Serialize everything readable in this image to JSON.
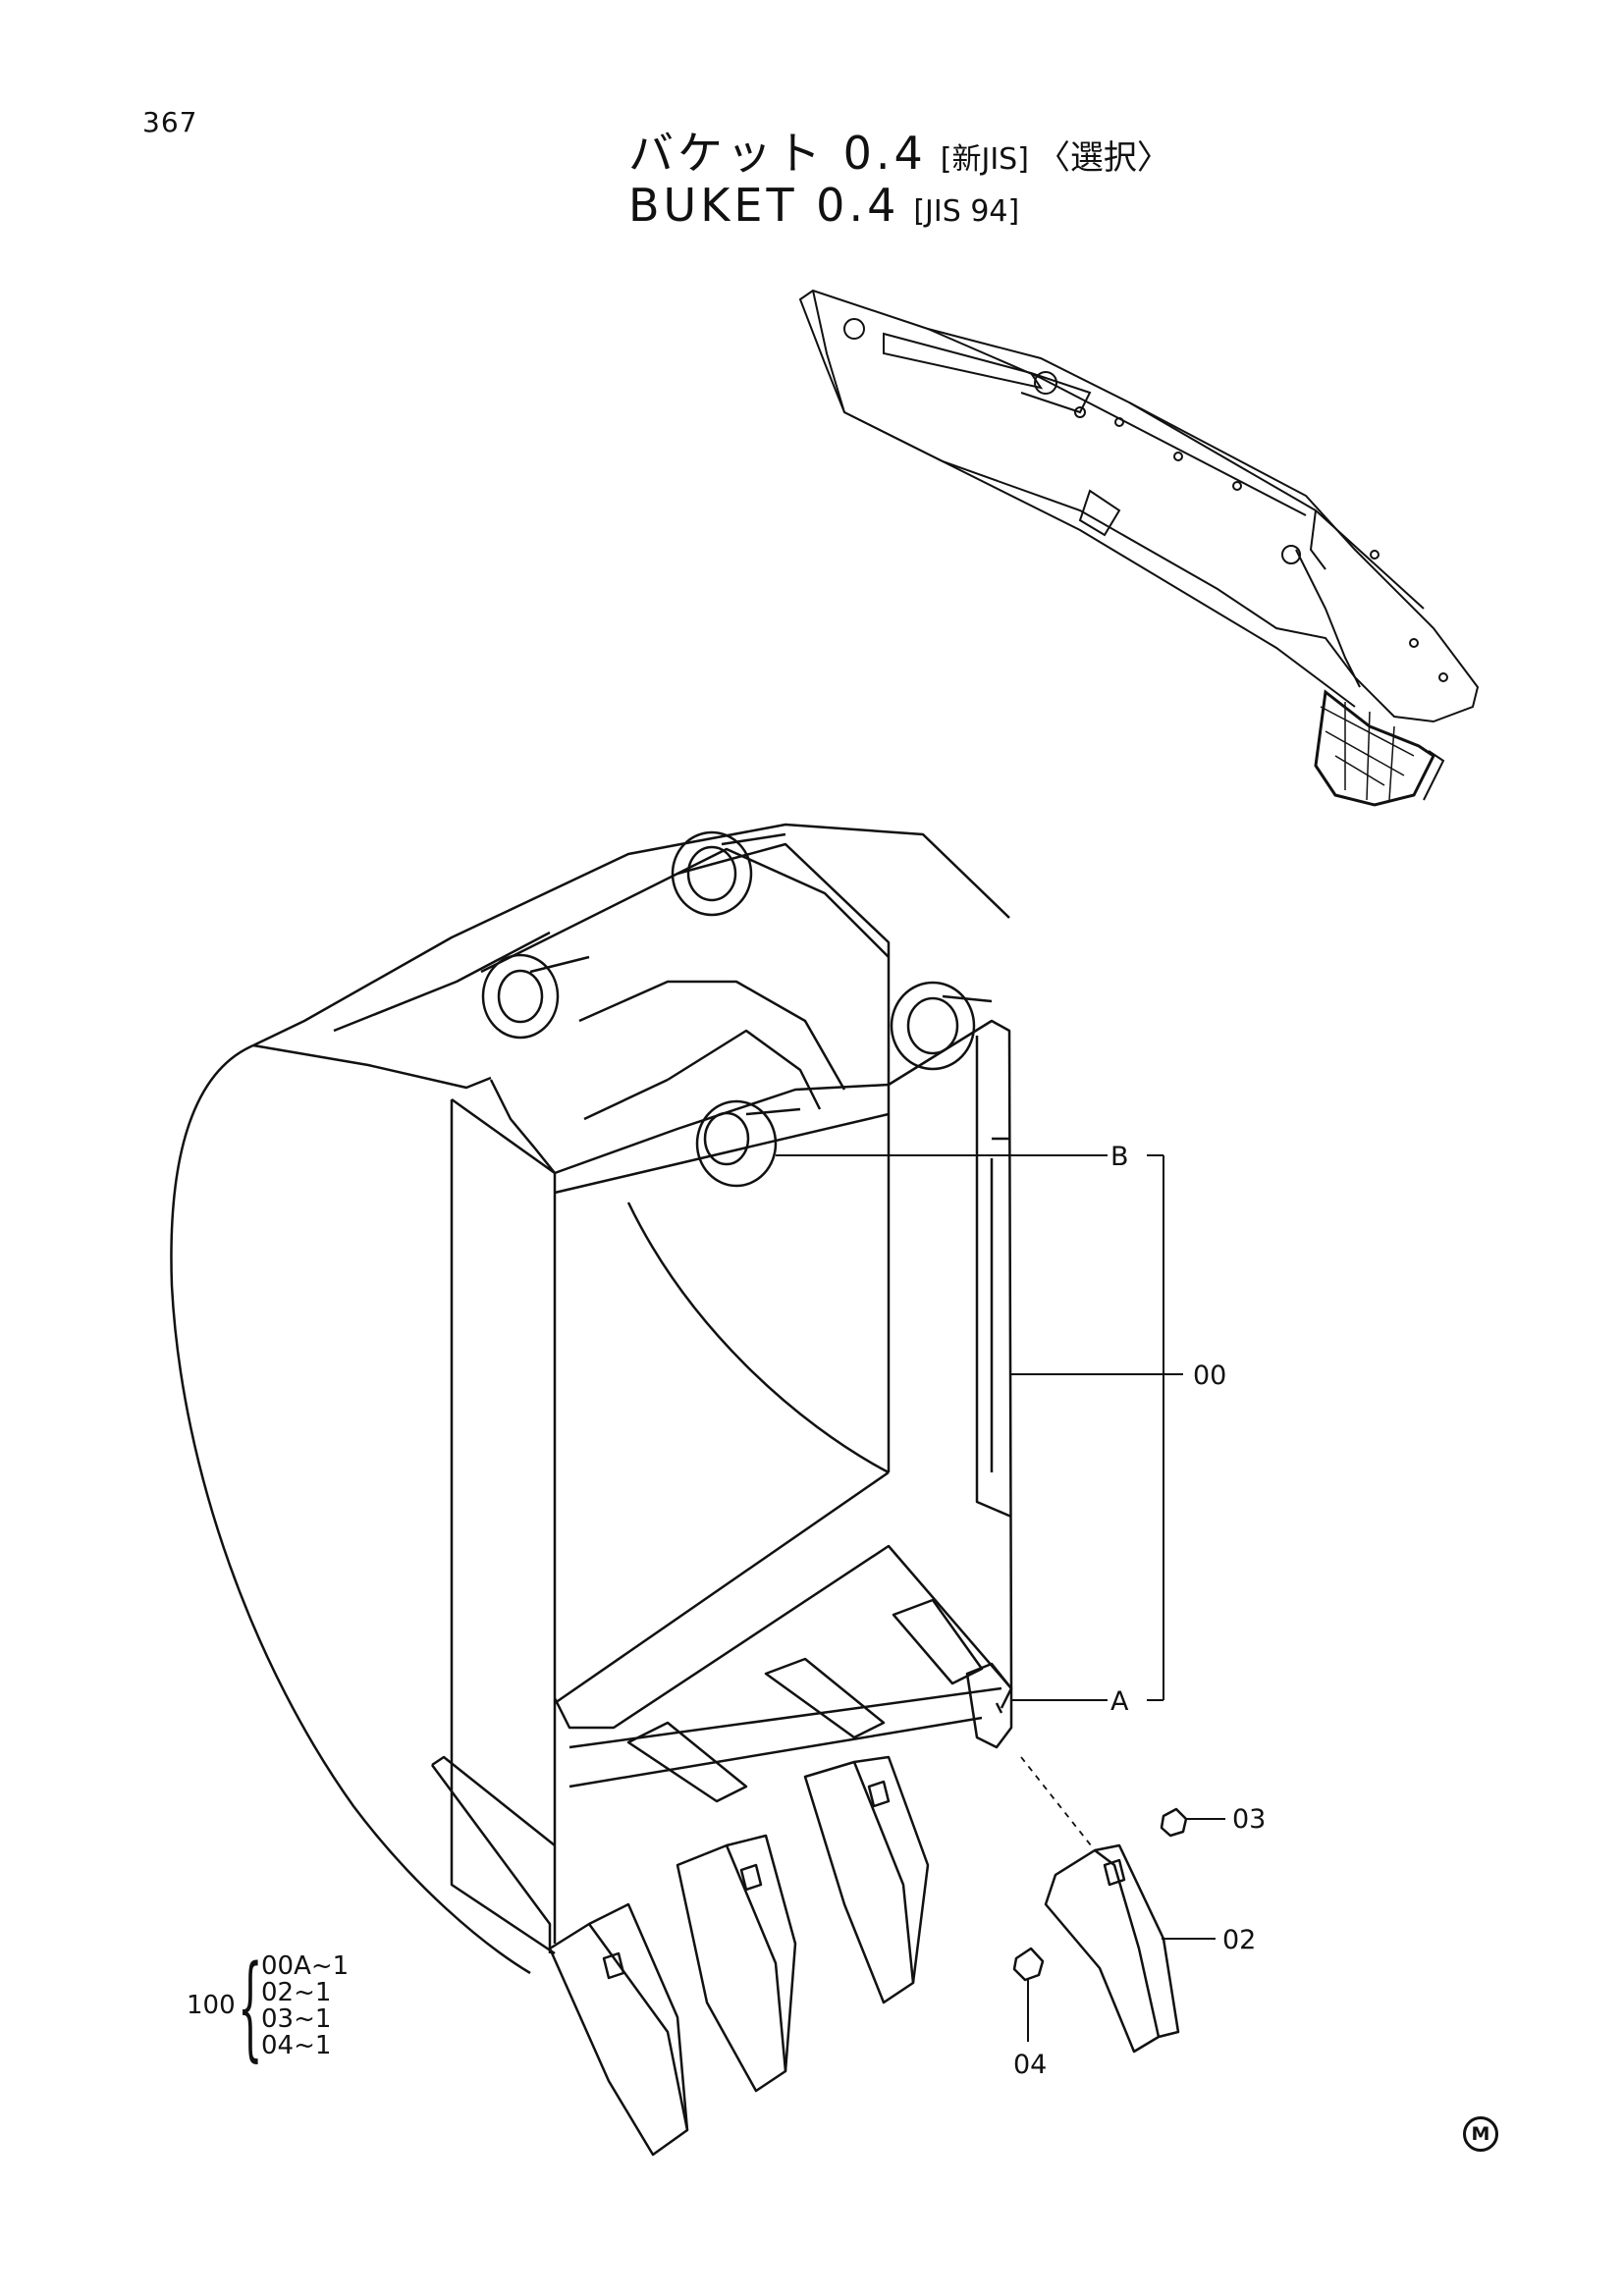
{
  "page": {
    "number": "367"
  },
  "title": {
    "jp_main": "バケット 0.4",
    "jp_tag": "[新JIS]",
    "jp_selection": "〈選択〉",
    "en_main": "BUKET  0.4",
    "en_tag": "[JIS 94]"
  },
  "callouts": {
    "b": "B",
    "a": "A",
    "p00": "00",
    "p03": "03",
    "p02": "02",
    "p04": "04"
  },
  "set": {
    "quantity": "100",
    "items": [
      "00A~1",
      "02~1",
      "03~1",
      "04~1"
    ]
  },
  "mark": {
    "symbol": "M"
  }
}
